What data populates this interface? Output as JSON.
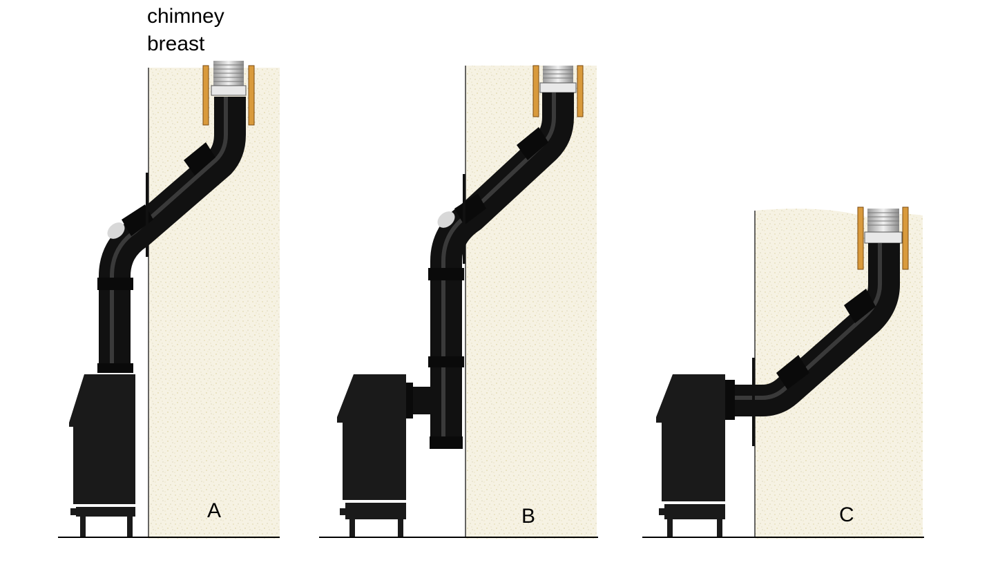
{
  "annotation": {
    "line1": "chimney",
    "line2": "breast"
  },
  "installations": [
    {
      "label": "A"
    },
    {
      "label": "B"
    },
    {
      "label": "C"
    }
  ],
  "colors": {
    "wall": "#f6f2e3",
    "wall_speckle": "#d9cf9a",
    "pipe": "#111111",
    "pipe_highlight": "#d8d8d8",
    "liner": "#cfcfcf",
    "chimney_lining": "#d99a3c",
    "stove": "#1a1a1a",
    "floor": "#000000"
  }
}
